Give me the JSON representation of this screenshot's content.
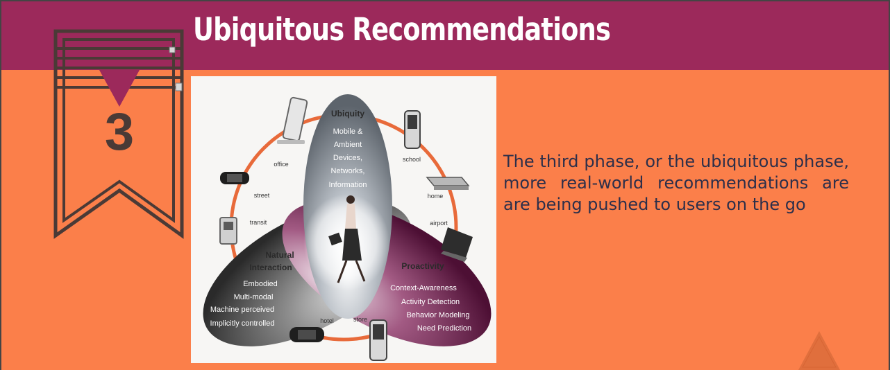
{
  "slide": {
    "title": "Ubiquitous Recommendations",
    "phase_number": "3",
    "body": "The third phase, or the ubiquitous phase, more real-world recommendations are are being pushed to users on the go"
  },
  "diagram": {
    "ubiquity": {
      "heading": "Ubiquity",
      "lines": [
        "Mobile &",
        "Ambient",
        "Devices,",
        "Networks,",
        "Information"
      ]
    },
    "natural_interaction": {
      "heading_lines": [
        "Natural",
        "Interaction"
      ],
      "lines": [
        "Embodied",
        "Multi-modal",
        "Machine perceived",
        "Implicitly controlled"
      ]
    },
    "proactivity": {
      "heading": "Proactivity",
      "lines": [
        "Context-Awareness",
        "Activity Detection",
        "Behavior Modeling",
        "Need Prediction"
      ]
    },
    "locations": {
      "office": "office",
      "school": "school",
      "street": "street",
      "home": "home",
      "transit": "transit",
      "airport": "airport",
      "hotel": "hotel",
      "store": "store"
    }
  },
  "colors": {
    "background": "#fb7f4a",
    "header": "#9c295b",
    "title_text": "#ffffff",
    "badge_stroke": "#4a3a36",
    "badge_triangle": "#9c295b",
    "body_text": "#2c2f4a",
    "ring": "#e86a3a"
  }
}
